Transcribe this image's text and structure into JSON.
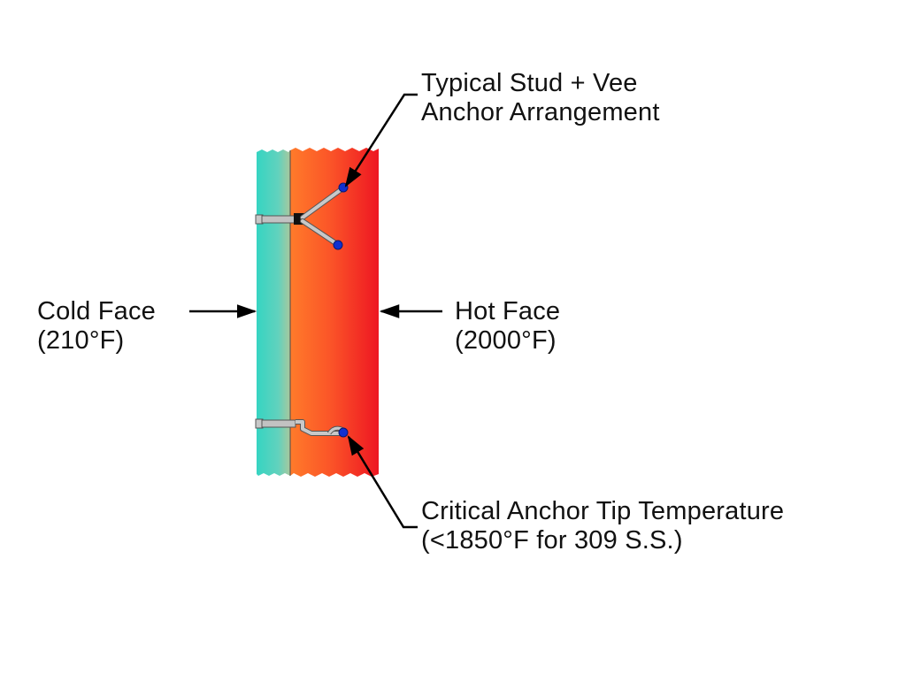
{
  "labels": {
    "cold_face": {
      "line1": "Cold Face",
      "line2": "(210°F)"
    },
    "hot_face": {
      "line1": "Hot Face",
      "line2": "(2000°F)"
    },
    "stud_anchor": {
      "line1": "Typical Stud + Vee",
      "line2": "Anchor Arrangement"
    },
    "anchor_tip": {
      "line1": "Critical Anchor Tip Temperature",
      "line2": "(<1850°F for 309 S.S.)"
    }
  },
  "colors": {
    "cold_face": "#3fd3c0",
    "insulation_back": "#8fc7a8",
    "refractory_back": "#ff7a28",
    "hot_face": "#f01a24",
    "anchor_tip": "#1030d0",
    "anchor_metal": "#b8b8b8",
    "leader_lines": "#000000"
  }
}
